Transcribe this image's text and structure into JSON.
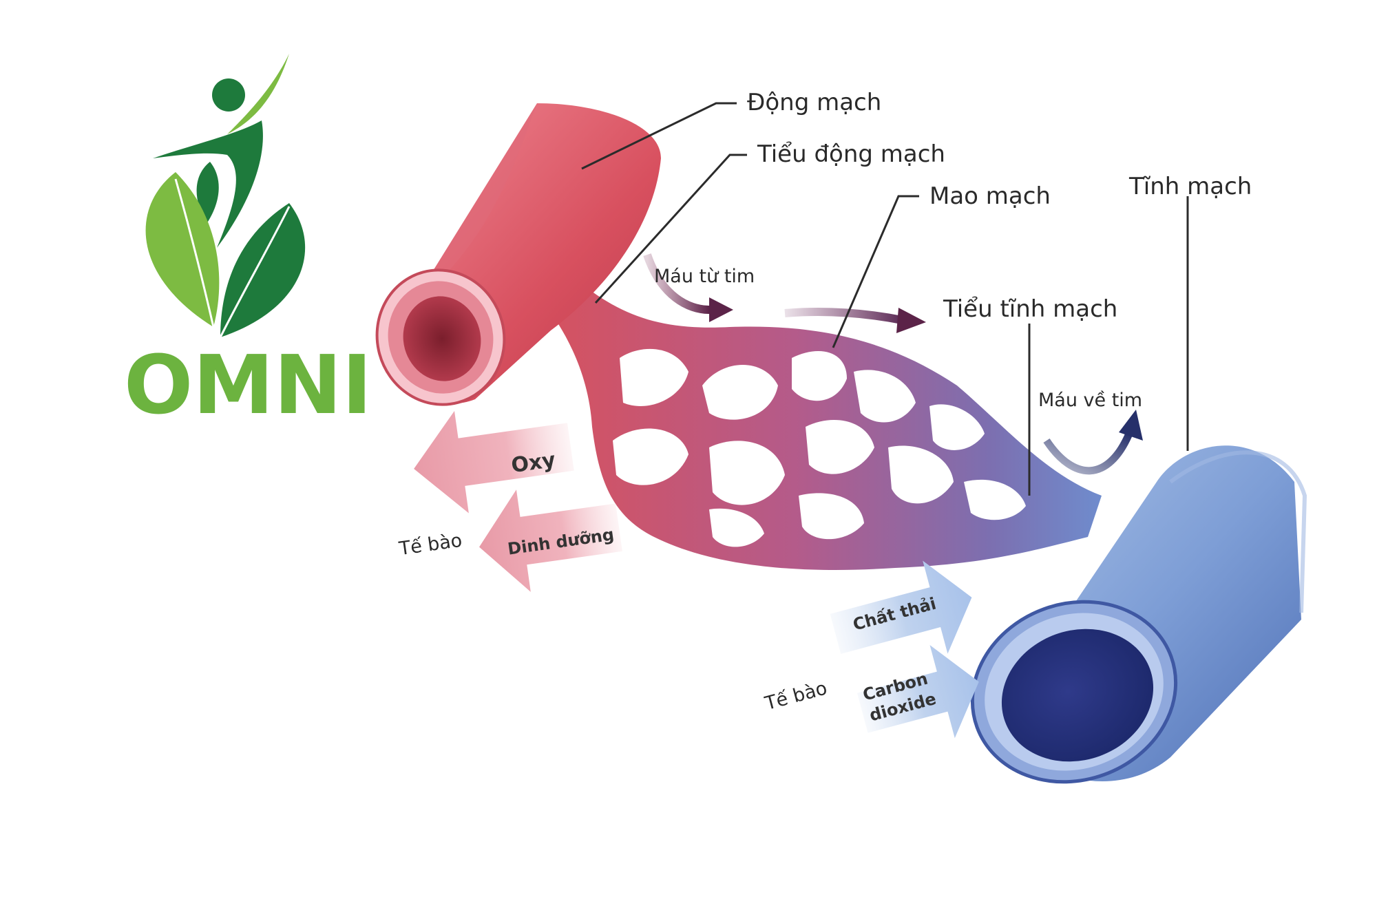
{
  "logo": {
    "text": "OMNI",
    "colors": {
      "dark_green": "#1e7a3c",
      "light_green": "#7dbb42"
    }
  },
  "diagram": {
    "labels": {
      "artery": "Động mạch",
      "arteriole": "Tiểu động mạch",
      "capillary": "Mao mạch",
      "vein": "Tĩnh mạch",
      "venule": "Tiểu tĩnh mạch",
      "blood_from_heart": "Máu từ tim",
      "blood_to_heart": "Máu về tim"
    },
    "left_exchange": {
      "cell_label": "Tế bào",
      "arrow_1": "Oxy",
      "arrow_2": "Dinh dưỡng"
    },
    "right_exchange": {
      "cell_label": "Tế bào",
      "arrow_1": "Chất thải",
      "arrow_2_line1": "Carbon",
      "arrow_2_line2": "dioxide"
    },
    "colors": {
      "artery": "#d9566a",
      "vein": "#5a7fc4",
      "arrow_pink": "#f1b9c1",
      "arrow_blue": "#b9cdea",
      "flow_arrow": "#5b2348"
    }
  }
}
